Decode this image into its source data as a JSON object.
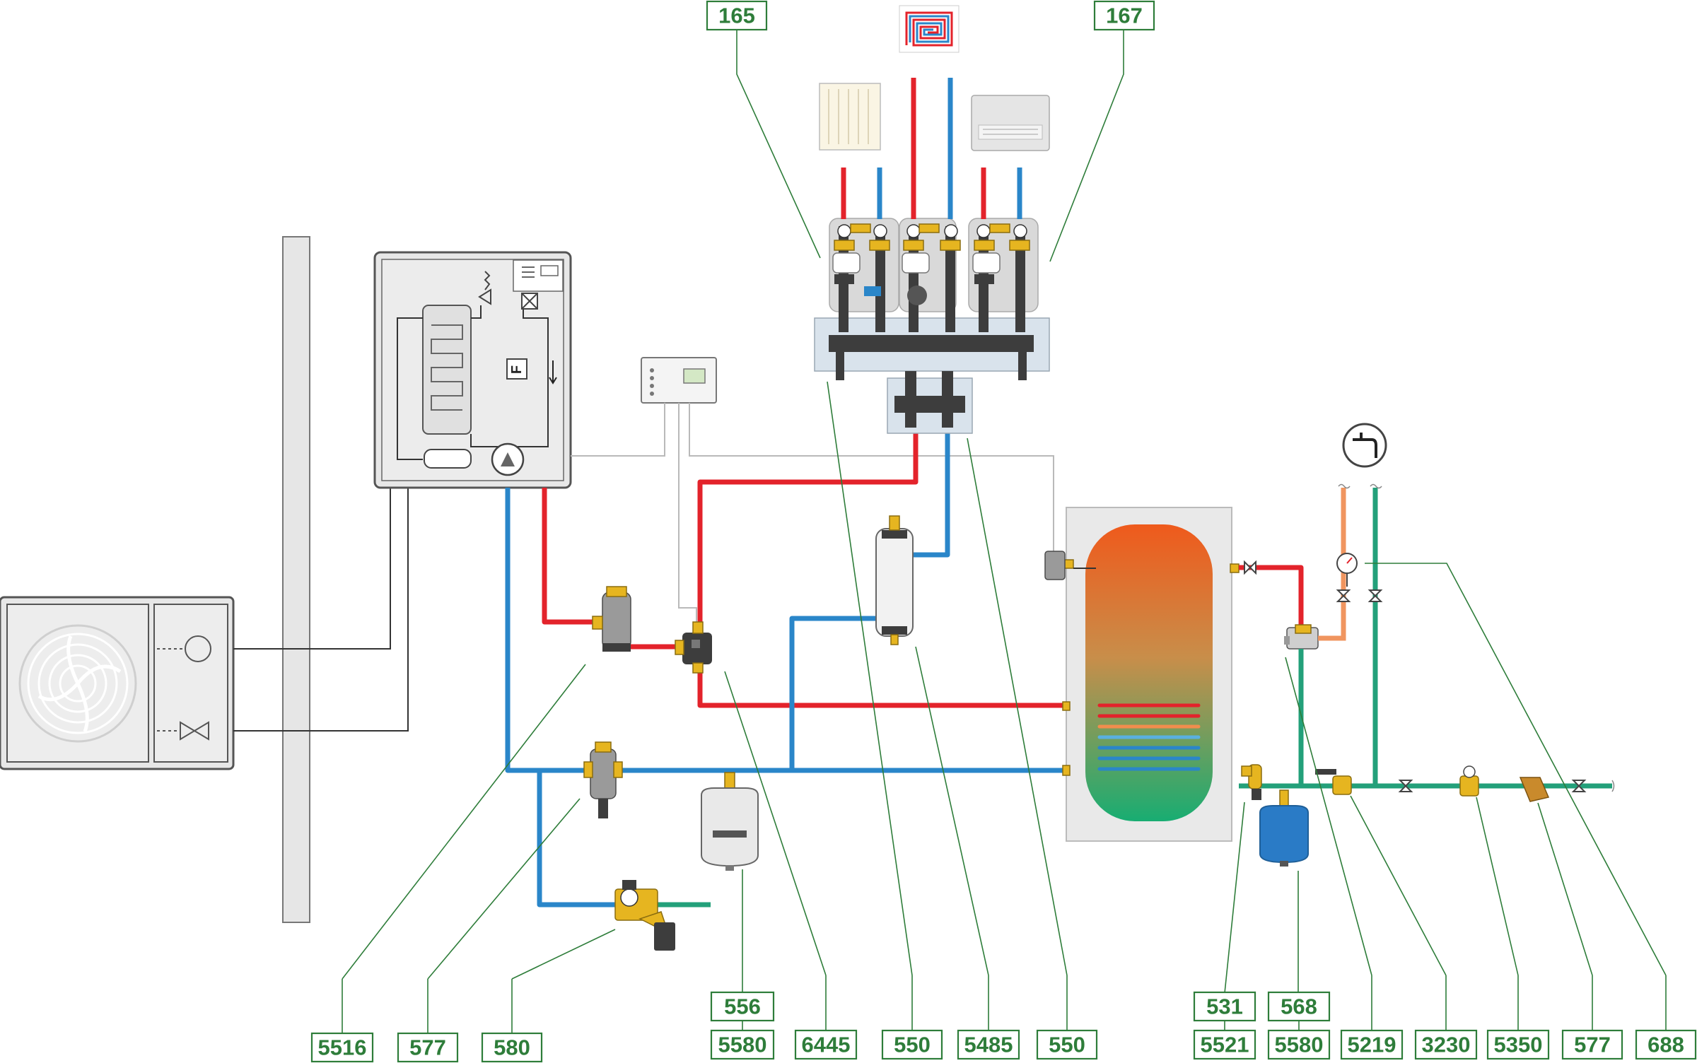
{
  "labels": [
    {
      "id": "lbl-165",
      "text": "165"
    },
    {
      "id": "lbl-167",
      "text": "167"
    },
    {
      "id": "lbl-5516",
      "text": "5516"
    },
    {
      "id": "lbl-577a",
      "text": "577"
    },
    {
      "id": "lbl-580",
      "text": "580"
    },
    {
      "id": "lbl-556",
      "text": "556"
    },
    {
      "id": "lbl-5580a",
      "text": "5580"
    },
    {
      "id": "lbl-6445",
      "text": "6445"
    },
    {
      "id": "lbl-550a",
      "text": "550"
    },
    {
      "id": "lbl-5485",
      "text": "5485"
    },
    {
      "id": "lbl-550b",
      "text": "550"
    },
    {
      "id": "lbl-531",
      "text": "531"
    },
    {
      "id": "lbl-5521",
      "text": "5521"
    },
    {
      "id": "lbl-568",
      "text": "568"
    },
    {
      "id": "lbl-5580b",
      "text": "5580"
    },
    {
      "id": "lbl-5219",
      "text": "5219"
    },
    {
      "id": "lbl-3230",
      "text": "3230"
    },
    {
      "id": "lbl-5350",
      "text": "5350"
    },
    {
      "id": "lbl-577b",
      "text": "577"
    },
    {
      "id": "lbl-688",
      "text": "688"
    }
  ],
  "symbols": {
    "flow_switch": "F"
  },
  "colors": {
    "label_green": "#2e7d3a",
    "hot_pipe": "#e3232b",
    "cold_pipe": "#2a86c9",
    "dhw_cold_pipe": "#23a07a",
    "dhw_hot_pipe": "#f0955f"
  }
}
